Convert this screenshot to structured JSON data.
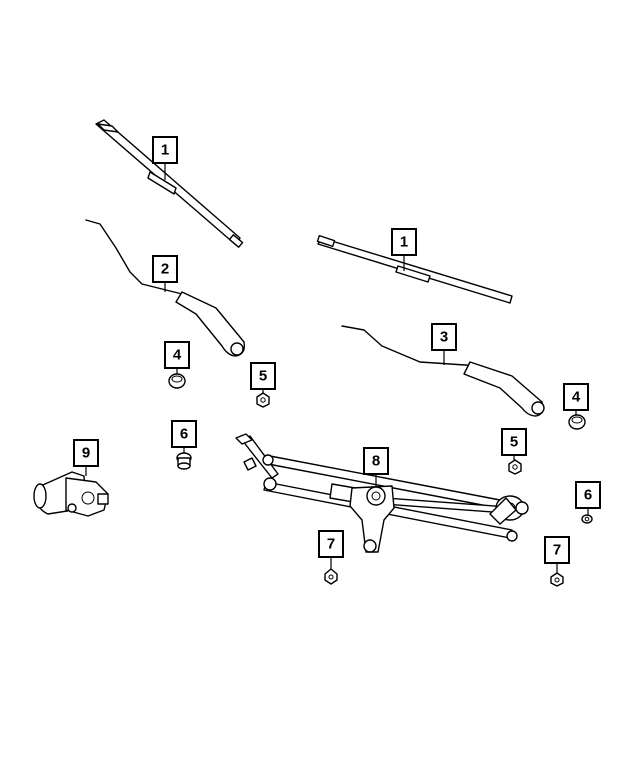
{
  "diagram": {
    "callouts": [
      {
        "id": "c1a",
        "label": "1"
      },
      {
        "id": "c1b",
        "label": "1"
      },
      {
        "id": "c2",
        "label": "2"
      },
      {
        "id": "c3",
        "label": "3"
      },
      {
        "id": "c4a",
        "label": "4"
      },
      {
        "id": "c4b",
        "label": "4"
      },
      {
        "id": "c5a",
        "label": "5"
      },
      {
        "id": "c5b",
        "label": "5"
      },
      {
        "id": "c6a",
        "label": "6"
      },
      {
        "id": "c6b",
        "label": "6"
      },
      {
        "id": "c7a",
        "label": "7"
      },
      {
        "id": "c7b",
        "label": "7"
      },
      {
        "id": "c8",
        "label": "8"
      },
      {
        "id": "c9",
        "label": "9"
      }
    ]
  }
}
